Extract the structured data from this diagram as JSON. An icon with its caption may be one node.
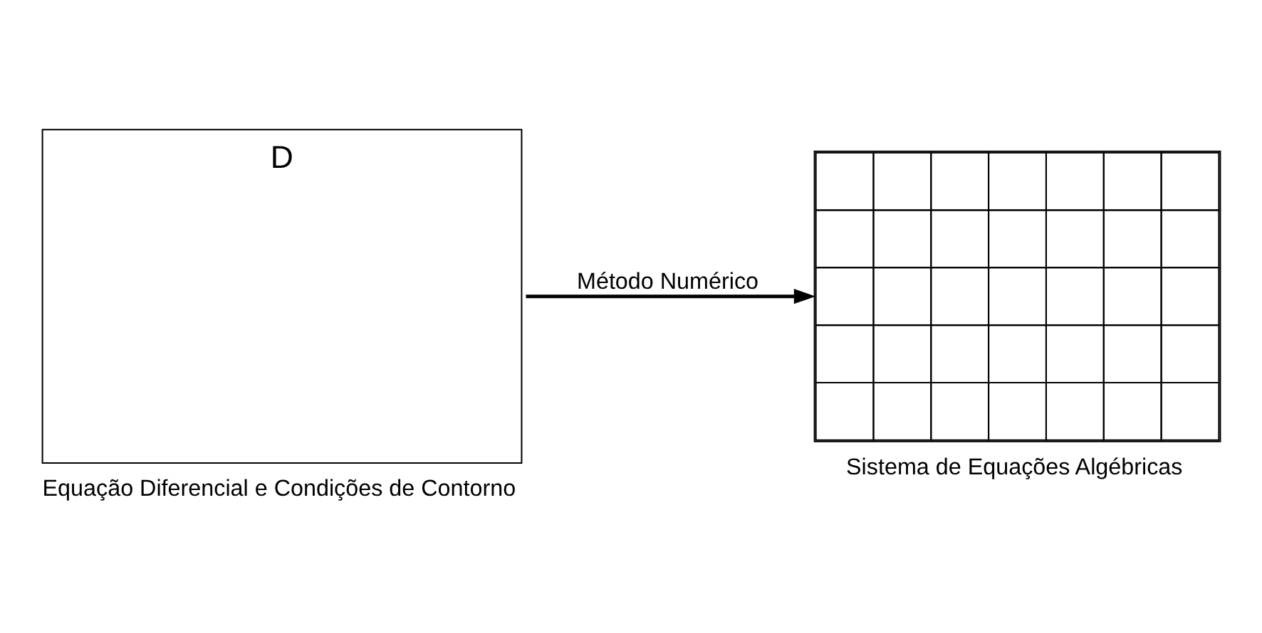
{
  "diagram": {
    "nodes": [
      {
        "text": [
          "D"
        ],
        "beside": [
          "Equação Diferencial e Condições de Contorno"
        ]
      },
      {
        "text": [],
        "shape": "picture",
        "beside": [
          "Sistema de Equações Algébricas"
        ]
      }
    ],
    "edges": [
      {
        "from": 0,
        "to": 1,
        "arrow": "to",
        "label": "Método Numérico"
      }
    ]
  }
}
